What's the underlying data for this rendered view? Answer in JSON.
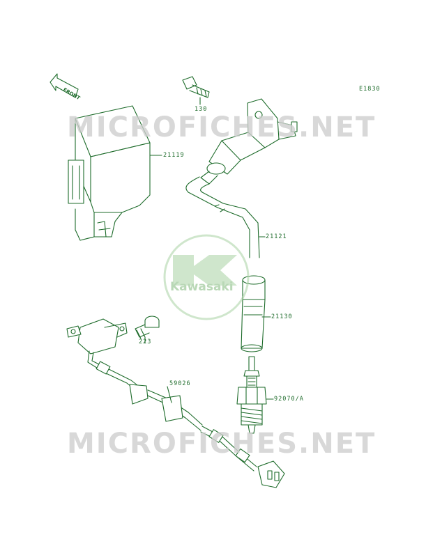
{
  "diagram_code": "E1830",
  "direction_label": "FRONT",
  "watermark_text": "MICROFICHES.NET",
  "logo_text": "Kawasaki",
  "parts": [
    {
      "id": "ecu",
      "number": "21119"
    },
    {
      "id": "bolt",
      "number": "130"
    },
    {
      "id": "coil",
      "number": "21121"
    },
    {
      "id": "plug-cap",
      "number": "21130"
    },
    {
      "id": "screw",
      "number": "223"
    },
    {
      "id": "harness",
      "number": "59026"
    },
    {
      "id": "spark-plug",
      "number": "92070/A"
    }
  ],
  "colors": {
    "line": "#1d6b2a",
    "part_fill": "#ffffff",
    "watermark": "#cfcfcf",
    "logo": "#b9d8b6"
  }
}
